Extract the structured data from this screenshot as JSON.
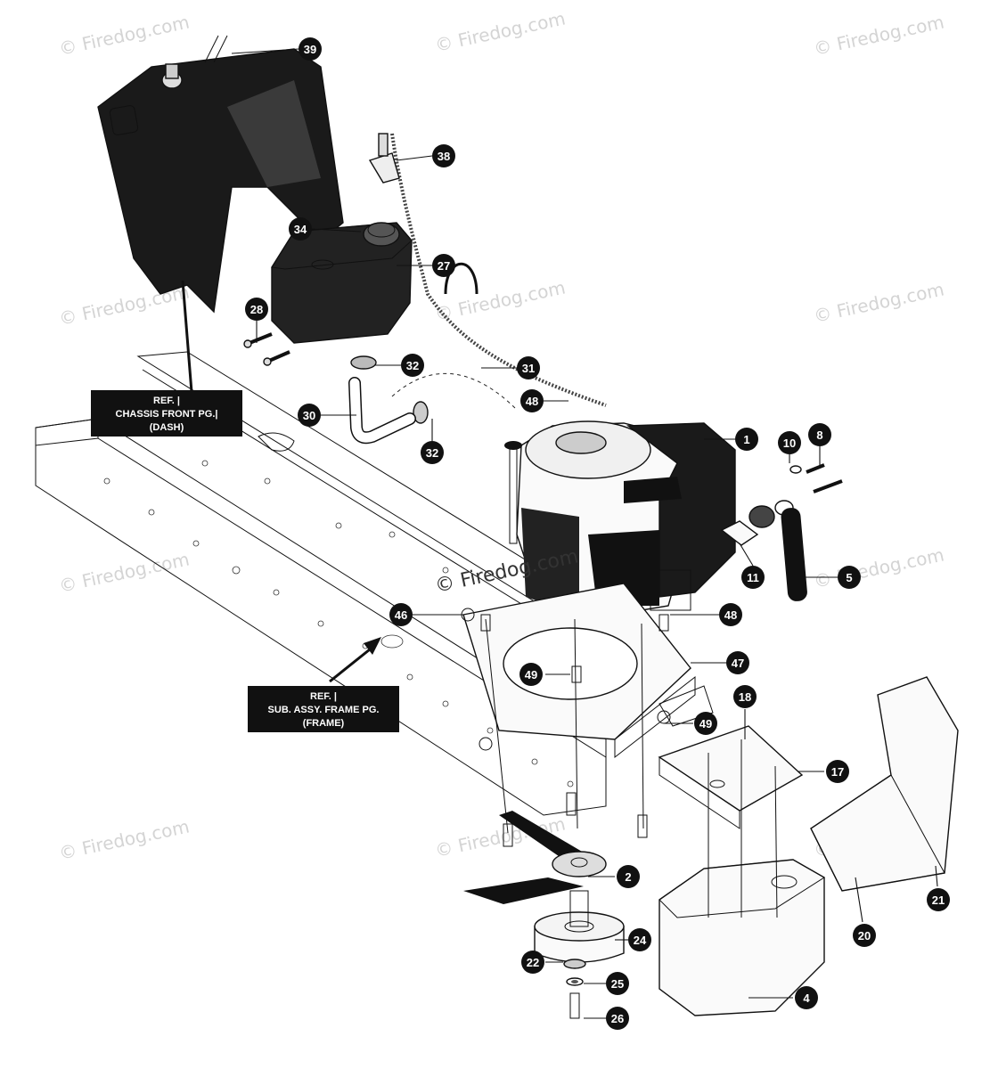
{
  "watermark": {
    "text": "© Firedog.com",
    "center_text": "© Firedog.com"
  },
  "ref_labels": [
    {
      "id": "dash",
      "lines": [
        "REF. |",
        "CHASSIS FRONT PG.|",
        "(DASH)"
      ]
    },
    {
      "id": "frame",
      "lines": [
        "REF. |",
        "SUB. ASSY. FRAME PG.",
        "(FRAME)"
      ]
    }
  ],
  "callouts": [
    "39",
    "38",
    "34",
    "27",
    "28",
    "32",
    "31",
    "30",
    "48",
    "32",
    "1",
    "10",
    "8",
    "11",
    "5",
    "46",
    "48",
    "47",
    "49",
    "18",
    "49",
    "17",
    "2",
    "24",
    "22",
    "25",
    "26",
    "4",
    "20",
    "21"
  ],
  "colors": {
    "ink": "#111111",
    "watermark": "#d4d4d4",
    "paper": "#ffffff"
  }
}
